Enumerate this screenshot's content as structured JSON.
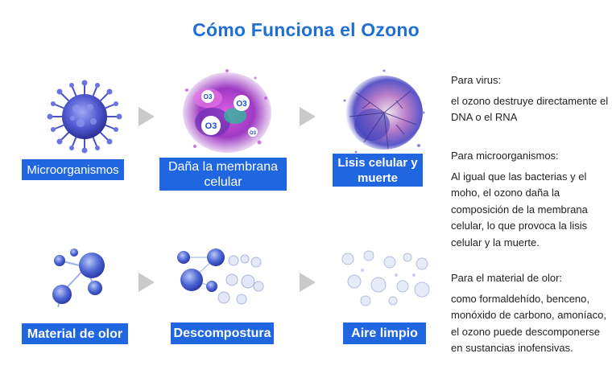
{
  "title": "Cómo Funciona el Ozono",
  "row1": {
    "label1": "Microorganismos",
    "label2": "Daña la membrana celular",
    "label3": "Lisis celular y muerte",
    "ozone_symbol": "O3"
  },
  "row2": {
    "label1": "Material de olor",
    "label2": "Descompostura",
    "label3": "Aire limpio"
  },
  "descriptions": [
    {
      "heading": "Para virus:",
      "body": "el ozono destruye directamente el DNA o el RNA"
    },
    {
      "heading": "Para microorganismos:",
      "body": "Al igual que las bacterias y el moho, el ozono daña la composición de la membrana celular, lo que provoca la lisis celular y la muerte."
    },
    {
      "heading": "Para el material de olor:",
      "body": "como formaldehído, benceno, monóxido de carbono, amoníaco, el ozono puede descomponerse en sustancias inofensivas."
    }
  ],
  "colors": {
    "title": "#1f6fd6",
    "label_bg": "#1f66e0",
    "arrow": "#c9c9c9",
    "virus": "#5a5fd8",
    "splash": "#b547c9",
    "molecule": "#4f74d9"
  }
}
